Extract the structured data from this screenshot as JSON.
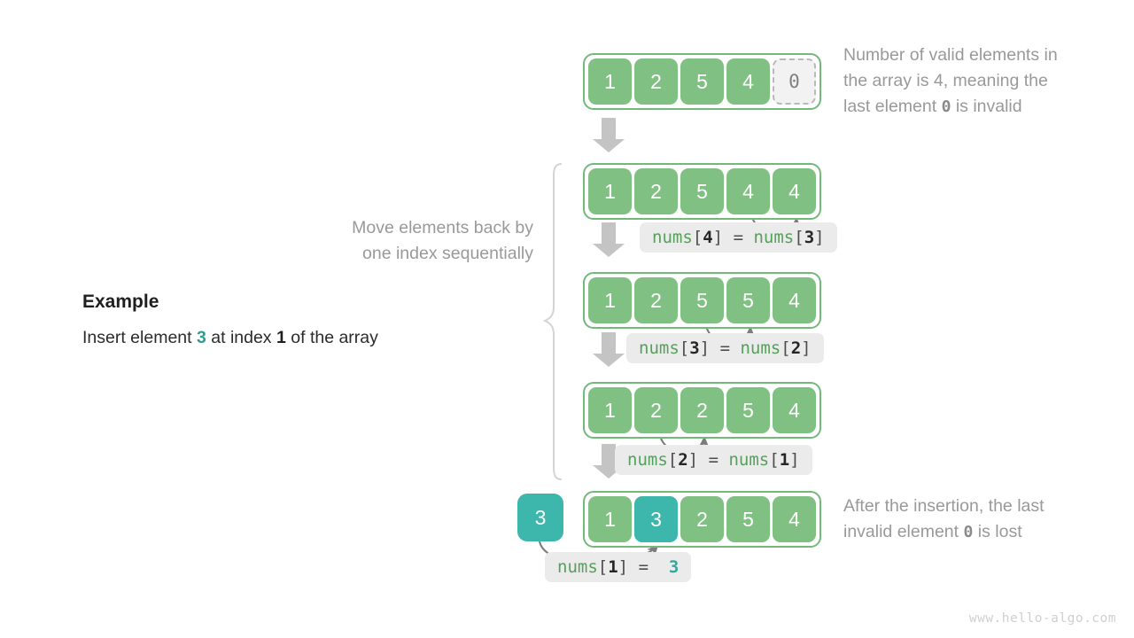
{
  "example": {
    "title": "Example",
    "text_before": "Insert element ",
    "value": "3",
    "text_middle": " at index ",
    "index": "1",
    "text_after": " of the array"
  },
  "notes": {
    "top_right_line1": "Number of valid elements in",
    "top_right_line2_a": "the array is 4, meaning the",
    "top_right_line3_a": "last element ",
    "top_right_zero": "0",
    "top_right_line3_b": " is invalid",
    "left_line1": "Move elements back by",
    "left_line2": "one index sequentially",
    "bottom_right_line1": "After the insertion, the last",
    "bottom_right_line2_a": "invalid element ",
    "bottom_right_zero": "0",
    "bottom_right_line2_b": " is lost"
  },
  "rows": [
    {
      "name": "initial-array",
      "cells": [
        {
          "value": "1",
          "style": "green"
        },
        {
          "value": "2",
          "style": "green"
        },
        {
          "value": "5",
          "style": "green"
        },
        {
          "value": "4",
          "style": "green"
        },
        {
          "value": "0",
          "style": "invalid"
        }
      ]
    },
    {
      "name": "shift-index-4",
      "cells": [
        {
          "value": "1",
          "style": "green"
        },
        {
          "value": "2",
          "style": "green"
        },
        {
          "value": "5",
          "style": "green"
        },
        {
          "value": "4",
          "style": "green"
        },
        {
          "value": "4",
          "style": "green"
        }
      ],
      "code": {
        "target_index": "4",
        "source_index": "3"
      }
    },
    {
      "name": "shift-index-3",
      "cells": [
        {
          "value": "1",
          "style": "green"
        },
        {
          "value": "2",
          "style": "green"
        },
        {
          "value": "5",
          "style": "green"
        },
        {
          "value": "5",
          "style": "green"
        },
        {
          "value": "4",
          "style": "green"
        }
      ],
      "code": {
        "target_index": "3",
        "source_index": "2"
      }
    },
    {
      "name": "shift-index-2",
      "cells": [
        {
          "value": "1",
          "style": "green"
        },
        {
          "value": "2",
          "style": "green"
        },
        {
          "value": "2",
          "style": "green"
        },
        {
          "value": "5",
          "style": "green"
        },
        {
          "value": "4",
          "style": "green"
        }
      ],
      "code": {
        "target_index": "2",
        "source_index": "1"
      }
    },
    {
      "name": "final-array",
      "insert_box": "3",
      "cells": [
        {
          "value": "1",
          "style": "green"
        },
        {
          "value": "3",
          "style": "teal"
        },
        {
          "value": "2",
          "style": "green"
        },
        {
          "value": "5",
          "style": "green"
        },
        {
          "value": "4",
          "style": "green"
        }
      ],
      "code": {
        "target_index": "1",
        "source_value": "3"
      }
    }
  ],
  "code_labels": {
    "ident": "nums",
    "lbracket": "[",
    "rbracket": "]",
    "equals": "="
  },
  "watermark": "www.hello-algo.com",
  "colors": {
    "green_cell": "#80c083",
    "green_border": "#73b97a",
    "teal_cell": "#3db6ab",
    "invalid_fill": "#f2f2f2",
    "invalid_border": "#b9b9b9",
    "arrow_gray": "#c4c4c4",
    "note_gray": "#999999",
    "chip_bg": "#ebebeb",
    "code_ident_green": "#55a05a",
    "code_teal": "#33a79d"
  }
}
